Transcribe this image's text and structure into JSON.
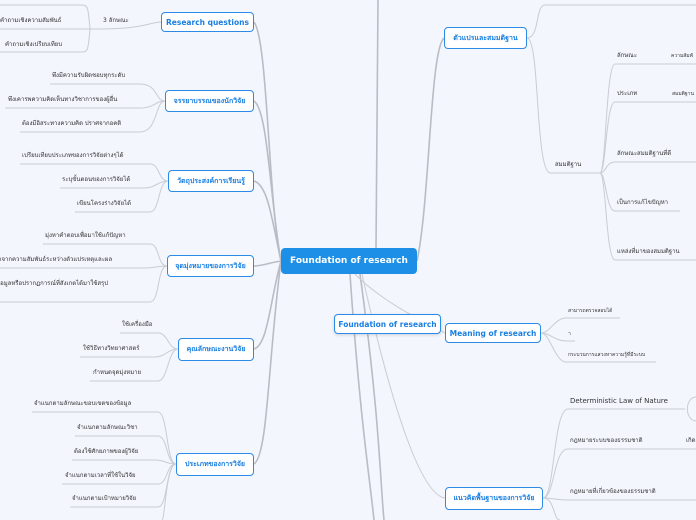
{
  "center": {
    "label": "Foundation of research"
  },
  "left": [
    {
      "label": "Research questions",
      "sub": "3 ลักษณะ",
      "children": [
        "คำถามเชิงความสัมพันธ์",
        "คำถามเชิงเปรียบเทียบ"
      ]
    },
    {
      "label": "จรรยาบรรณของนักวิจัย",
      "children": [
        "พึงมีความรับผิดชอบทุกระดับ",
        "พึงเคารพความคิดเห็นทางวิชาการของผู้อื่น",
        "ต้องมีอิสระทางความคิด ปราศจากอคติ"
      ]
    },
    {
      "label": "วัตถุประสงค์การเรียนรู้",
      "children": [
        "เปรียบเทียบประเภทของการวิจัยต่างๆได้",
        "ระบุขั้นตอนของการวิจัยได้",
        "เขียนโครงร่างวิจัยได้"
      ]
    },
    {
      "label": "จุดมุ่งหมายของการวิจัย",
      "children": [
        "มุ่งหาคำตอบเพื่อมาใช้แก้ปัญหา",
        "นาจากความสัมพันธ์ระหว่างตัวแปรเหตุและผล",
        "ข้อมูลหรือปรากฏการณ์ที่สังเกตได้มาใช้สรุป"
      ]
    },
    {
      "label": "คุณลักษณะงานวิจัย",
      "children": [
        "ใช้เครื่องมือ",
        "ใช้วิธีทางวิทยาศาสตร์",
        "กำหนดจุดมุ่งหมาย"
      ]
    },
    {
      "label": "ประเภทของการวิจัย",
      "children": [
        "จำแนกตามลักษณะขอบเขตของข้อมูล",
        "จำแนกตามลักษณะวิชา",
        "ต้องใช้ศักยภาพของผู้วิจัย",
        "จำแนกตามเวลาที่ใช้ในวิจัย",
        "จำแนกตามเป้าหมายวิจัย"
      ]
    }
  ],
  "right": {
    "variables": {
      "label": "ตัวแปรและสมมติฐาน",
      "hypothesis": "สมมติฐาน",
      "children": [
        "ลักษณะ",
        "ความสัมพั",
        "ประเภท",
        "สมมติฐาน",
        "ลักษณะสมมติฐานที่ดี",
        "เป็นการแก้ไขปัญหา",
        "แหล่งที่มาของสมมติฐาน"
      ]
    },
    "floating": {
      "label": "Foundation of research"
    },
    "meaning": {
      "label": "Meaning of research",
      "children": [
        "สามารถตรวจสอบได้",
        "า",
        "กระบวนการแสวงหาความรู้ที่มีระบบ"
      ]
    },
    "concepts": {
      "label": "แนวคิดพื้นฐานของการวิจัย",
      "children": [
        "Deterministic Law of Nature",
        "กฎหมายระบบของธรรมชาติ",
        "เกิด",
        "กฎหมายที่เกี่ยวข้องของธรรมชาติ"
      ]
    }
  },
  "colors": {
    "accent": "#1d8fe6",
    "background": "#f3f6fd",
    "link": "#c9ccd3"
  }
}
